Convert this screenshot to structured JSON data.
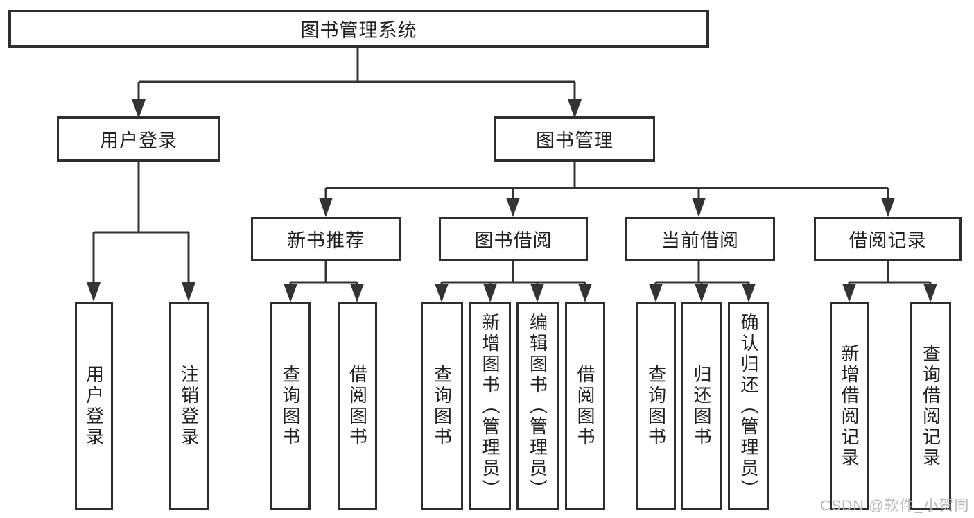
{
  "diagram_type": "hierarchy-tree",
  "colors": {
    "background": "#ffffff",
    "line": "#333333",
    "box_border": "#2e2e2e",
    "text": "#202020",
    "watermark": "#b7b7bc"
  },
  "nodes": {
    "root": "图书管理系统",
    "l2": [
      "用户登录",
      "图书管理"
    ],
    "l3": [
      "新书推荐",
      "图书借阅",
      "当前借阅",
      "借阅记录"
    ],
    "leaf": [
      "用户登录",
      "注销登录",
      "查询图书",
      "借阅图书",
      "查询图书",
      "新增图书（管理员）",
      "编辑图书（管理员）",
      "借阅图书",
      "查询图书",
      "归还图书",
      "确认归还（管理员）",
      "新增借阅记录",
      "查询借阅记录"
    ]
  },
  "hierarchy": {
    "图书管理系统": [
      "用户登录",
      "图书管理"
    ],
    "用户登录": [
      "用户登录",
      "注销登录"
    ],
    "图书管理": [
      "新书推荐",
      "图书借阅",
      "当前借阅",
      "借阅记录"
    ],
    "新书推荐": [
      "查询图书",
      "借阅图书"
    ],
    "图书借阅": [
      "查询图书",
      "新增图书（管理员）",
      "编辑图书（管理员）",
      "借阅图书"
    ],
    "当前借阅": [
      "查询图书",
      "归还图书",
      "确认归还（管理员）"
    ],
    "借阅记录": [
      "新增借阅记录",
      "查询借阅记录"
    ]
  },
  "watermark": {
    "text": "CSDN @软件_小贺同学"
  }
}
